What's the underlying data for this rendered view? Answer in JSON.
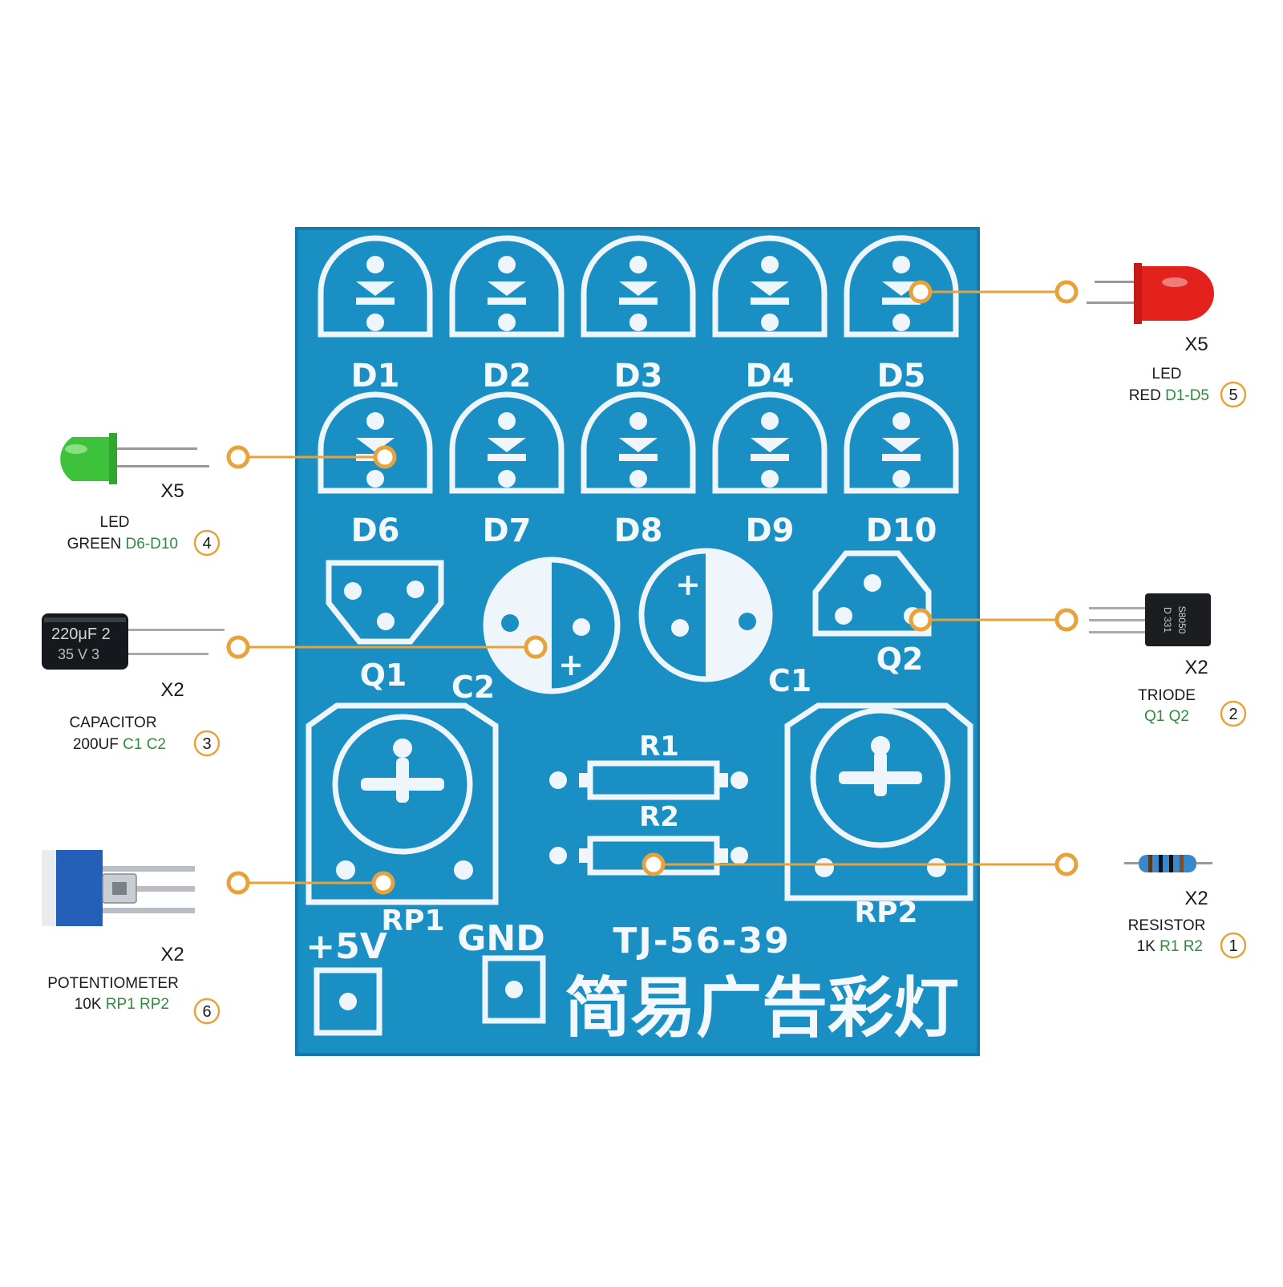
{
  "board": {
    "model": "TJ-56-39",
    "title_cn": "简易广告彩灯",
    "power_label": "+5V",
    "ground_label": "GND",
    "led_labels_top": [
      "D1",
      "D2",
      "D3",
      "D4",
      "D5"
    ],
    "led_labels_bottom": [
      "D6",
      "D7",
      "D8",
      "D9",
      "D10"
    ],
    "transistor_labels": [
      "Q1",
      "Q2"
    ],
    "capacitor_labels": [
      "C2",
      "C1"
    ],
    "resistor_labels": [
      "R1",
      "R2"
    ],
    "pot_labels": [
      "RP1",
      "RP2"
    ],
    "colors": {
      "pcb": "#1a8fc4",
      "silk": "#eef6fb",
      "accent": "#e8a23a",
      "green_text": "#2e8b3d"
    }
  },
  "components": {
    "red_led": {
      "qty": "X5",
      "line1": "LED",
      "line2_prefix": "RED ",
      "line2_ref": "D1-D5",
      "number": "5"
    },
    "green_led": {
      "qty": "X5",
      "line1": "LED",
      "line2_prefix": "GREEN ",
      "line2_ref": "D6-D10",
      "number": "4"
    },
    "capacitor": {
      "qty": "X2",
      "line1": "CAPACITOR",
      "line2_prefix": "200UF ",
      "line2_ref": "C1 C2",
      "number": "3",
      "body_text_1": "220μF 2",
      "body_text_2": "35 V 3"
    },
    "triode": {
      "qty": "X2",
      "line1": "TRIODE",
      "line2_prefix": "",
      "line2_ref": "Q1 Q2",
      "number": "2",
      "body_text_1": "S8050",
      "body_text_2": "D 331"
    },
    "resistor": {
      "qty": "X2",
      "line1": "RESISTOR",
      "line2_prefix": "1K ",
      "line2_ref": "R1 R2",
      "number": "1"
    },
    "potentiometer": {
      "qty": "X2",
      "line1": "POTENTIOMETER",
      "line2_prefix": "10K ",
      "line2_ref": "RP1 RP2",
      "number": "6"
    }
  }
}
